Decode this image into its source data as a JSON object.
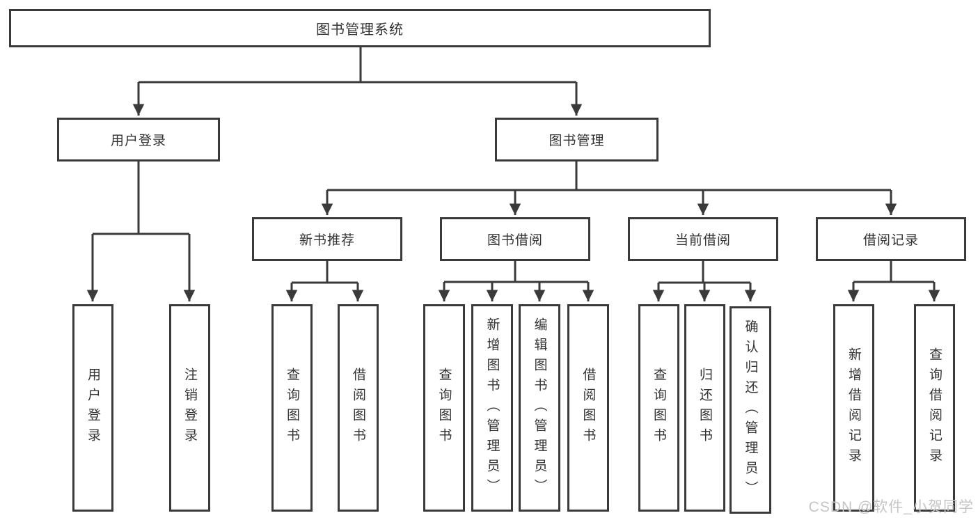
{
  "diagram": {
    "watermark": "CSDN @软件_小贺同学",
    "colors": {
      "line": "#3a3a3a",
      "text": "#333333",
      "background": "#ffffff",
      "watermark": "#c5c5c5"
    },
    "nodes": {
      "root": "图书管理系统",
      "user_login": "用户登录",
      "book_mgmt": "图书管理",
      "new_book": "新书推荐",
      "book_borrow": "图书借阅",
      "current_borrow": "当前借阅",
      "borrow_record": "借阅记录",
      "user_login_children": [
        "用户登录",
        "注销登录"
      ],
      "new_book_children": [
        "查询图书",
        "借阅图书"
      ],
      "book_borrow_children": [
        "查询图书",
        "新增图书（管理员）",
        "编辑图书（管理员）",
        "借阅图书"
      ],
      "current_borrow_children": [
        "查询图书",
        "归还图书",
        "确认归还（管理员）"
      ],
      "borrow_record_children": [
        "新增借阅记录",
        "查询借阅记录"
      ]
    }
  }
}
